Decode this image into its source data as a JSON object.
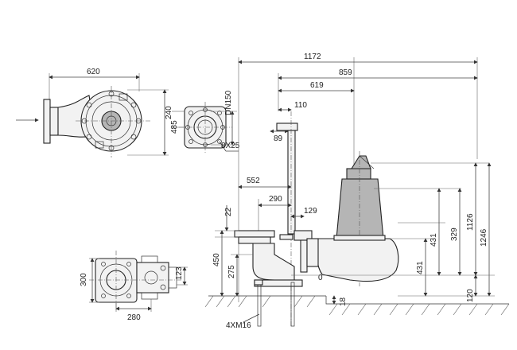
{
  "dimensions": {
    "d1172": "1172",
    "d859": "859",
    "d619": "619",
    "d110": "110",
    "d89": "89",
    "d552": "552",
    "d290": "290",
    "d129": "129",
    "d22": "22",
    "d450": "450",
    "d275": "275",
    "d0": "0",
    "d431a": "431",
    "d431b": "431",
    "d329": "329",
    "d1126": "1126",
    "d1246": "1246",
    "d120": "120",
    "d18": "18",
    "d620": "620",
    "d485": "485",
    "d240": "240",
    "d300": "300",
    "d280": "280",
    "d123": "123"
  },
  "labels": {
    "dn150": "DN150",
    "bolts_8x25": "8X25",
    "anchors": "4XM16"
  },
  "colors": {
    "line": "#222222",
    "motor": "#b5b5b5",
    "background": "#ffffff"
  }
}
